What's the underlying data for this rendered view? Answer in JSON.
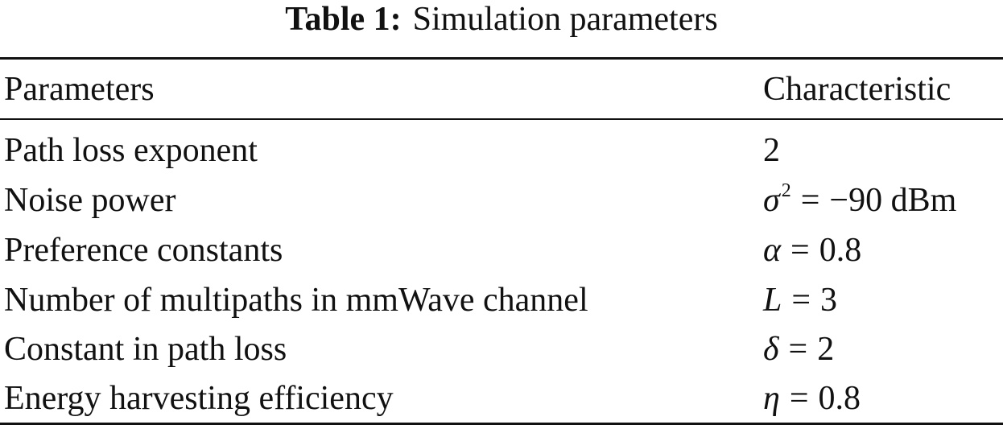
{
  "caption": {
    "label": "Table 1:",
    "title": "Simulation parameters"
  },
  "table": {
    "headers": {
      "parameter": "Parameters",
      "characteristic": "Characteristic"
    },
    "rows": [
      {
        "parameter": "Path loss exponent",
        "value": "2"
      },
      {
        "parameter": "Noise power",
        "symbol": "σ",
        "sup": "2",
        "op": "=",
        "rhs": "−90 dBm"
      },
      {
        "parameter": "Preference constants",
        "symbol": "α",
        "op": "=",
        "rhs": "0.8"
      },
      {
        "parameter": "Number of multipaths in mmWave channel",
        "symbol": "L",
        "op": "=",
        "rhs": "3"
      },
      {
        "parameter": "Constant in path loss",
        "symbol": "δ",
        "op": "=",
        "rhs": "2"
      },
      {
        "parameter": "Energy harvesting efficiency",
        "symbol": "η",
        "op": "=",
        "rhs": "0.8"
      }
    ]
  }
}
